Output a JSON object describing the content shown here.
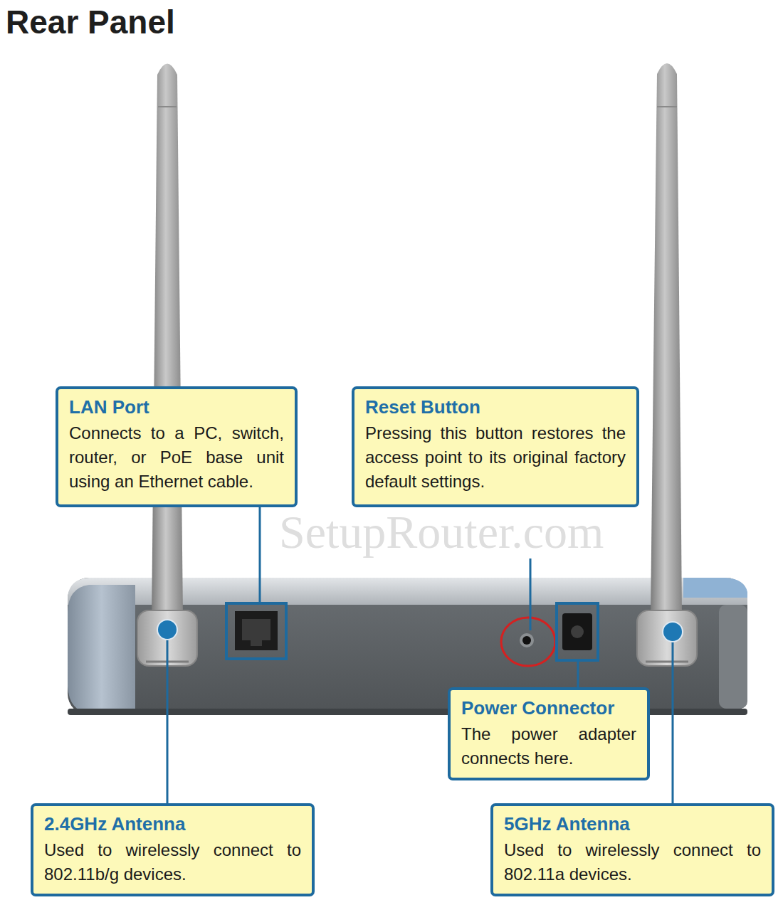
{
  "diagram": {
    "title": "Rear Panel",
    "nodes": [
      {
        "text": [
          "LAN Port",
          "Connects to a PC, switch, router, or PoE base unit using an Ethernet cable."
        ]
      },
      {
        "text": [
          "Reset Button",
          "Pressing this button restores the access point to its original factory default settings."
        ]
      },
      {
        "text": [
          "Power Connector",
          "The power adapter connects here."
        ]
      },
      {
        "text": [
          "2.4GHz Antenna",
          "Used to wirelessly connect to 802.11b/g devices."
        ]
      },
      {
        "text": [
          "5GHz Antenna",
          "Used to wirelessly connect to 802.11a devices."
        ]
      }
    ],
    "labels": [
      "SetupRouter.com"
    ]
  }
}
